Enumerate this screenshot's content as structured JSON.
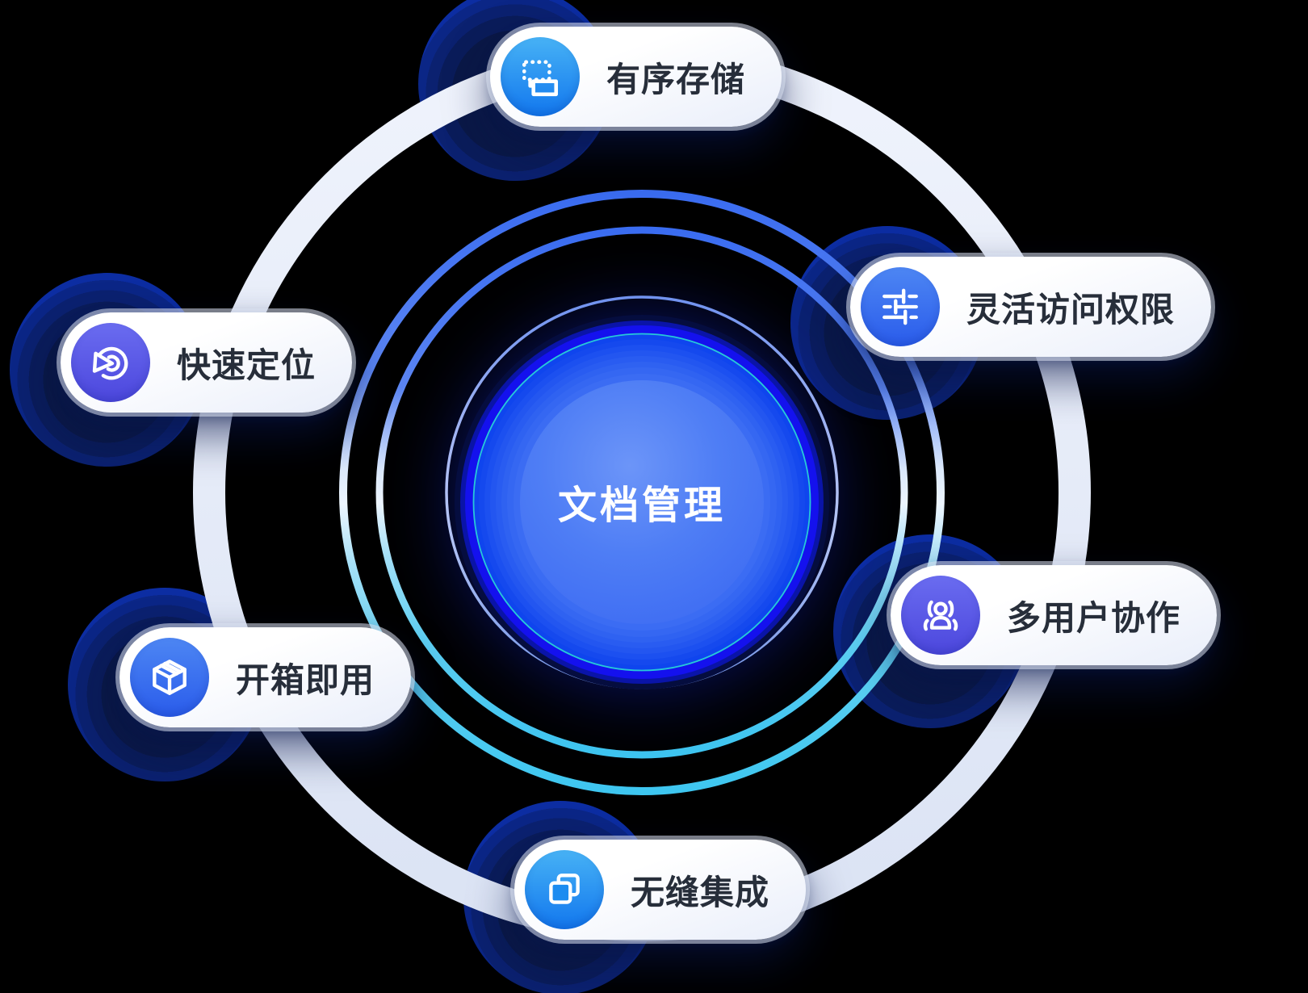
{
  "background_color": "#000000",
  "center": {
    "label": "文档管理",
    "text_color": "#ffffff",
    "disc_colors": [
      "#1411ee",
      "#27d3d6",
      "#0f45ee",
      "#3b6cf3",
      "#6c95f8"
    ]
  },
  "rings": {
    "outer_light_ring_color": "#e7ecf8",
    "gradient_ring_top_color": "#3a6cf0",
    "gradient_ring_middle_color": "#eef6fe",
    "gradient_ring_bottom_color": "#3ec6f0",
    "thin_ring_color": "#8fb0ea"
  },
  "features": [
    {
      "id": "ordered-storage",
      "label": "有序存储",
      "icon": "dashed-rect-storage-icon",
      "badge_gradient": [
        "#47b2f5",
        "#1277ee"
      ],
      "position": "top"
    },
    {
      "id": "flexible-access",
      "label": "灵活访问权限",
      "icon": "sliders-icon",
      "badge_gradient": [
        "#4d86f3",
        "#2a5ceb"
      ],
      "position": "upper-right"
    },
    {
      "id": "multi-user-collab",
      "label": "多用户协作",
      "icon": "users-icon",
      "badge_gradient": [
        "#6a6cf0",
        "#4c47dd"
      ],
      "position": "lower-right"
    },
    {
      "id": "seamless-integration",
      "label": "无缝集成",
      "icon": "overlap-squares-icon",
      "badge_gradient": [
        "#47b2f5",
        "#1277ee"
      ],
      "position": "bottom"
    },
    {
      "id": "out-of-box",
      "label": "开箱即用",
      "icon": "package-box-icon",
      "badge_gradient": [
        "#4d86f3",
        "#2a5ceb"
      ],
      "position": "lower-left"
    },
    {
      "id": "quick-locate",
      "label": "快速定位",
      "icon": "locate-icon",
      "badge_gradient": [
        "#6a6cf0",
        "#4c47dd"
      ],
      "position": "upper-left"
    }
  ]
}
